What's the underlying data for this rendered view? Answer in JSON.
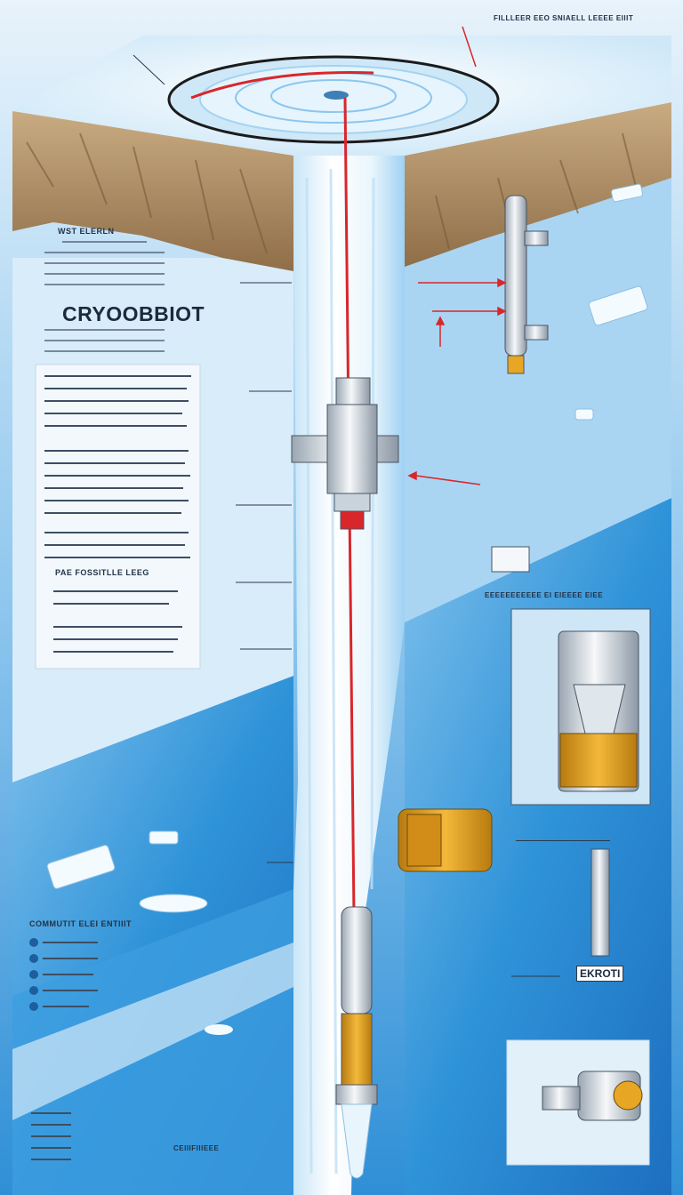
{
  "diagram": {
    "title": "CRYOOBBIOT",
    "side_heading": "WST ELERLN",
    "panel_subheading": "PAE FOSSITLLE LEEG",
    "legend_heading": "COMMUTIT ELEI ENTIIIT",
    "inset_label": "EKROTI",
    "top_right_caption": "FILLLEER EEO SNIAELL LEEEE EIIIT",
    "lower_caption": "EEEEEEEEEEE EI EIEEEE EIEE",
    "bottom_caption": "CEIIIFIIIEEE"
  },
  "colors": {
    "ice_surface": "#dbeefa",
    "ice_column": "#f4fbff",
    "water": "#2f93d8",
    "deep_water": "#1d6fc0",
    "rock": "#b89870",
    "tether": "#d9262b",
    "fuel": "#e7a623",
    "panel": "#f3f8fc"
  }
}
